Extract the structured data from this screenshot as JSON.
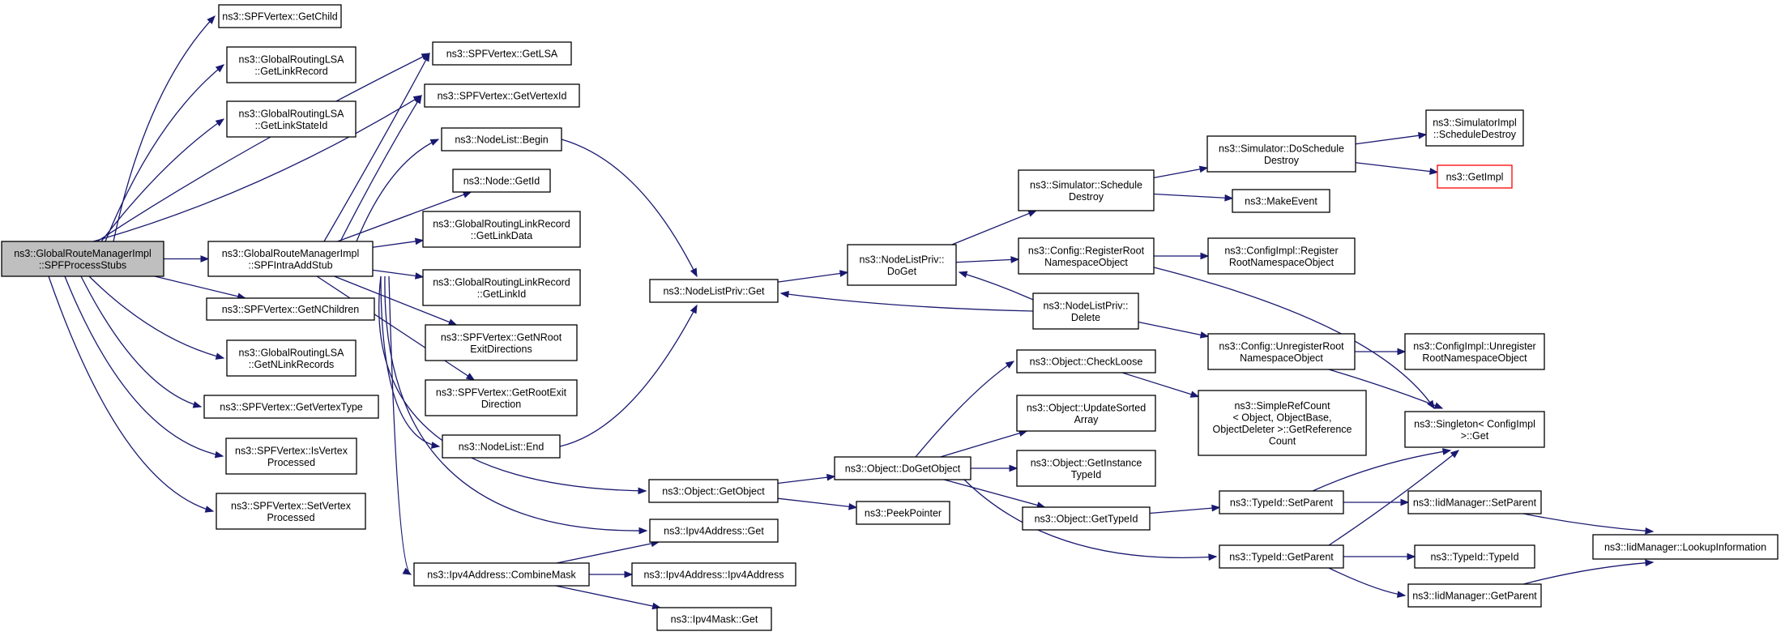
{
  "graph": {
    "nodes": [
      {
        "id": "n0",
        "lines": [
          "ns3::GlobalRouteManagerImpl",
          "::SPFProcessStubs"
        ],
        "style": "root"
      },
      {
        "id": "n1",
        "lines": [
          "ns3::SPFVertex::GetChild"
        ]
      },
      {
        "id": "n2",
        "lines": [
          "ns3::GlobalRoutingLSA",
          "::GetLinkRecord"
        ]
      },
      {
        "id": "n3",
        "lines": [
          "ns3::GlobalRoutingLSA",
          "::GetLinkStateId"
        ]
      },
      {
        "id": "n4",
        "lines": [
          "ns3::GlobalRouteManagerImpl",
          "::SPFIntraAddStub"
        ]
      },
      {
        "id": "n5",
        "lines": [
          "ns3::SPFVertex::GetNChildren"
        ]
      },
      {
        "id": "n6",
        "lines": [
          "ns3::GlobalRoutingLSA",
          "::GetNLinkRecords"
        ]
      },
      {
        "id": "n7",
        "lines": [
          "ns3::SPFVertex::GetVertexType"
        ]
      },
      {
        "id": "n8",
        "lines": [
          "ns3::SPFVertex::IsVertex",
          "Processed"
        ]
      },
      {
        "id": "n9",
        "lines": [
          "ns3::SPFVertex::SetVertex",
          "Processed"
        ]
      },
      {
        "id": "n10",
        "lines": [
          "ns3::SPFVertex::GetLSA"
        ]
      },
      {
        "id": "n11",
        "lines": [
          "ns3::SPFVertex::GetVertexId"
        ]
      },
      {
        "id": "n12",
        "lines": [
          "ns3::NodeList::Begin"
        ]
      },
      {
        "id": "n13",
        "lines": [
          "ns3::Node::GetId"
        ]
      },
      {
        "id": "n14",
        "lines": [
          "ns3::GlobalRoutingLinkRecord",
          "::GetLinkData"
        ]
      },
      {
        "id": "n15",
        "lines": [
          "ns3::GlobalRoutingLinkRecord",
          "::GetLinkId"
        ]
      },
      {
        "id": "n16",
        "lines": [
          "ns3::SPFVertex::GetNRoot",
          "ExitDirections"
        ]
      },
      {
        "id": "n17",
        "lines": [
          "ns3::SPFVertex::GetRootExit",
          "Direction"
        ]
      },
      {
        "id": "n18",
        "lines": [
          "ns3::NodeList::End"
        ]
      },
      {
        "id": "n19",
        "lines": [
          "ns3::Ipv4Address::CombineMask"
        ]
      },
      {
        "id": "n20",
        "lines": [
          "ns3::NodeListPriv::Get"
        ]
      },
      {
        "id": "n21",
        "lines": [
          "ns3::Object::GetObject"
        ]
      },
      {
        "id": "n22",
        "lines": [
          "ns3::Ipv4Address::Get"
        ]
      },
      {
        "id": "n23",
        "lines": [
          "ns3::Ipv4Address::Ipv4Address"
        ]
      },
      {
        "id": "n24",
        "lines": [
          "ns3::Ipv4Mask::Get"
        ]
      },
      {
        "id": "n25",
        "lines": [
          "ns3::NodeListPriv::",
          "DoGet"
        ]
      },
      {
        "id": "n26",
        "lines": [
          "ns3::Object::DoGetObject"
        ]
      },
      {
        "id": "n27",
        "lines": [
          "ns3::PeekPointer"
        ]
      },
      {
        "id": "n28",
        "lines": [
          "ns3::Simulator::Schedule",
          "Destroy"
        ]
      },
      {
        "id": "n29",
        "lines": [
          "ns3::Config::RegisterRoot",
          "NamespaceObject"
        ]
      },
      {
        "id": "n30",
        "lines": [
          "ns3::NodeListPriv::",
          "Delete"
        ]
      },
      {
        "id": "n31",
        "lines": [
          "ns3::Object::CheckLoose"
        ]
      },
      {
        "id": "n32",
        "lines": [
          "ns3::Object::UpdateSorted",
          "Array"
        ]
      },
      {
        "id": "n33",
        "lines": [
          "ns3::Object::GetInstance",
          "TypeId"
        ]
      },
      {
        "id": "n34",
        "lines": [
          "ns3::Object::GetTypeId"
        ]
      },
      {
        "id": "n35",
        "lines": [
          "ns3::Simulator::DoSchedule",
          "Destroy"
        ]
      },
      {
        "id": "n36",
        "lines": [
          "ns3::MakeEvent"
        ]
      },
      {
        "id": "n37",
        "lines": [
          "ns3::ConfigImpl::Register",
          "RootNamespaceObject"
        ]
      },
      {
        "id": "n38",
        "lines": [
          "ns3::Config::UnregisterRoot",
          "NamespaceObject"
        ]
      },
      {
        "id": "n39",
        "lines": [
          "ns3::SimpleRefCount",
          "< Object, ObjectBase,",
          "ObjectDeleter >::GetReference",
          "Count"
        ]
      },
      {
        "id": "n40",
        "lines": [
          "ns3::TypeId::SetParent"
        ]
      },
      {
        "id": "n41",
        "lines": [
          "ns3::TypeId::GetParent"
        ]
      },
      {
        "id": "n42",
        "lines": [
          "ns3::SimulatorImpl",
          "::ScheduleDestroy"
        ]
      },
      {
        "id": "n43",
        "lines": [
          "ns3::GetImpl"
        ],
        "style": "red"
      },
      {
        "id": "n44",
        "lines": [
          "ns3::ConfigImpl::Unregister",
          "RootNamespaceObject"
        ]
      },
      {
        "id": "n45",
        "lines": [
          "ns3::Singleton< ConfigImpl",
          ">::Get"
        ]
      },
      {
        "id": "n46",
        "lines": [
          "ns3::IidManager::SetParent"
        ]
      },
      {
        "id": "n47",
        "lines": [
          "ns3::TypeId::TypeId"
        ]
      },
      {
        "id": "n48",
        "lines": [
          "ns3::IidManager::GetParent"
        ]
      },
      {
        "id": "n49",
        "lines": [
          "ns3::IidManager::LookupInformation"
        ]
      }
    ],
    "edges": [
      {
        "from": "n0",
        "to": "n1"
      },
      {
        "from": "n0",
        "to": "n2"
      },
      {
        "from": "n0",
        "to": "n3"
      },
      {
        "from": "n0",
        "to": "n10"
      },
      {
        "from": "n0",
        "to": "n11"
      },
      {
        "from": "n0",
        "to": "n4"
      },
      {
        "from": "n0",
        "to": "n5"
      },
      {
        "from": "n0",
        "to": "n6"
      },
      {
        "from": "n0",
        "to": "n7"
      },
      {
        "from": "n0",
        "to": "n8"
      },
      {
        "from": "n0",
        "to": "n9"
      },
      {
        "from": "n4",
        "to": "n10"
      },
      {
        "from": "n4",
        "to": "n11"
      },
      {
        "from": "n4",
        "to": "n12"
      },
      {
        "from": "n4",
        "to": "n13"
      },
      {
        "from": "n4",
        "to": "n14"
      },
      {
        "from": "n4",
        "to": "n15"
      },
      {
        "from": "n4",
        "to": "n16"
      },
      {
        "from": "n4",
        "to": "n17"
      },
      {
        "from": "n4",
        "to": "n18"
      },
      {
        "from": "n4",
        "to": "n21"
      },
      {
        "from": "n4",
        "to": "n22"
      },
      {
        "from": "n4",
        "to": "n19"
      },
      {
        "from": "n12",
        "to": "n20"
      },
      {
        "from": "n18",
        "to": "n20"
      },
      {
        "from": "n20",
        "to": "n25"
      },
      {
        "from": "n30",
        "to": "n20"
      },
      {
        "from": "n30",
        "to": "n25"
      },
      {
        "from": "n25",
        "to": "n28"
      },
      {
        "from": "n25",
        "to": "n29"
      },
      {
        "from": "n28",
        "to": "n35"
      },
      {
        "from": "n28",
        "to": "n36"
      },
      {
        "from": "n35",
        "to": "n42"
      },
      {
        "from": "n35",
        "to": "n43"
      },
      {
        "from": "n29",
        "to": "n37"
      },
      {
        "from": "n29",
        "to": "n45"
      },
      {
        "from": "n30",
        "to": "n38"
      },
      {
        "from": "n38",
        "to": "n44"
      },
      {
        "from": "n38",
        "to": "n45"
      },
      {
        "from": "n19",
        "to": "n22"
      },
      {
        "from": "n19",
        "to": "n23"
      },
      {
        "from": "n19",
        "to": "n24"
      },
      {
        "from": "n21",
        "to": "n26"
      },
      {
        "from": "n21",
        "to": "n27"
      },
      {
        "from": "n26",
        "to": "n31"
      },
      {
        "from": "n26",
        "to": "n32"
      },
      {
        "from": "n26",
        "to": "n33"
      },
      {
        "from": "n26",
        "to": "n34"
      },
      {
        "from": "n26",
        "to": "n41"
      },
      {
        "from": "n31",
        "to": "n39"
      },
      {
        "from": "n34",
        "to": "n40"
      },
      {
        "from": "n40",
        "to": "n45"
      },
      {
        "from": "n40",
        "to": "n46"
      },
      {
        "from": "n41",
        "to": "n45"
      },
      {
        "from": "n41",
        "to": "n47"
      },
      {
        "from": "n41",
        "to": "n48"
      },
      {
        "from": "n46",
        "to": "n49"
      },
      {
        "from": "n48",
        "to": "n49"
      }
    ]
  }
}
